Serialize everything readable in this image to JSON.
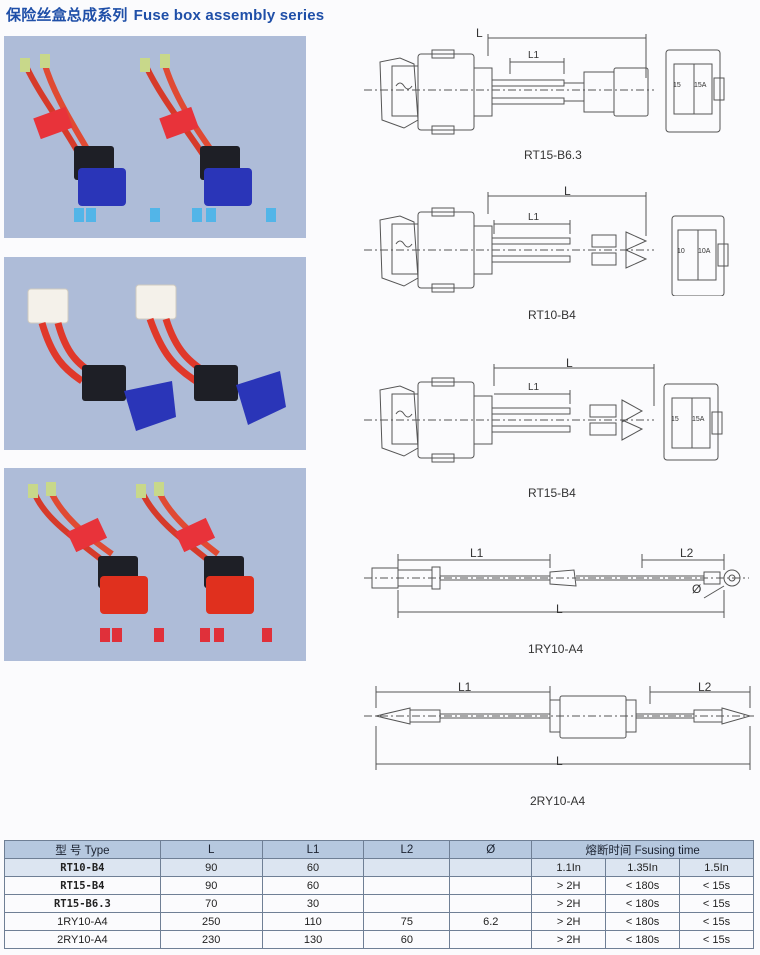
{
  "header": {
    "title_cn": "保险丝盒总成系列",
    "title_en": "Fuse box assembly series"
  },
  "colors": {
    "title_blue": "#1f4fa8",
    "photo_bg": "#aebcd8",
    "table_head": "#b6c8df",
    "table_subhead": "#dce5f1"
  },
  "photos": [
    {
      "name": "fuse-holder-blue-cover-photo"
    },
    {
      "name": "fuse-holder-white-connector-photo"
    },
    {
      "name": "fuse-holder-red-cover-photo"
    }
  ],
  "diagrams": {
    "rt15_b63": {
      "caption": "RT15-B6.3",
      "dim_L": "L",
      "dim_L1": "L1",
      "fuse_label_a": "15",
      "fuse_label_b": "15A"
    },
    "rt10_b4": {
      "caption": "RT10-B4",
      "dim_L": "L",
      "dim_L1": "L1",
      "fuse_label_a": "10",
      "fuse_label_b": "10A"
    },
    "rt15_b4": {
      "caption": "RT15-B4",
      "dim_L": "L",
      "dim_L1": "L1",
      "fuse_label_a": "15",
      "fuse_label_b": "15A"
    },
    "ry1_a4": {
      "caption": "1RY10-A4",
      "dim_L": "L",
      "dim_L1": "L1",
      "dim_L2": "L2",
      "dim_dia": "Ø"
    },
    "ry2_a4": {
      "caption": "2RY10-A4",
      "dim_L": "L",
      "dim_L1": "L1",
      "dim_L2": "L2"
    }
  },
  "table": {
    "headers": {
      "type": "型 号 Type",
      "L": "L",
      "L1": "L1",
      "L2": "L2",
      "dia": "Ø",
      "fusing": "熔断时间 Fsusing time"
    },
    "fusing_sub": [
      "1.1In",
      "1.35In",
      "1.5In"
    ],
    "rows": [
      {
        "type": "RT10-B4",
        "L": "90",
        "L1": "60",
        "L2": "",
        "dia": "",
        "t1": "",
        "t2": "",
        "t3": ""
      },
      {
        "type": "RT15-B4",
        "L": "90",
        "L1": "60",
        "L2": "",
        "dia": "",
        "t1": "> 2H",
        "t2": "< 180s",
        "t3": "< 15s"
      },
      {
        "type": "RT15-B6.3",
        "L": "70",
        "L1": "30",
        "L2": "",
        "dia": "",
        "t1": "> 2H",
        "t2": "< 180s",
        "t3": "< 15s"
      },
      {
        "type": "1RY10-A4",
        "L": "250",
        "L1": "110",
        "L2": "75",
        "dia": "6.2",
        "t1": "> 2H",
        "t2": "< 180s",
        "t3": "< 15s"
      },
      {
        "type": "2RY10-A4",
        "L": "230",
        "L1": "130",
        "L2": "60",
        "dia": "",
        "t1": "> 2H",
        "t2": "< 180s",
        "t3": "< 15s"
      }
    ]
  }
}
